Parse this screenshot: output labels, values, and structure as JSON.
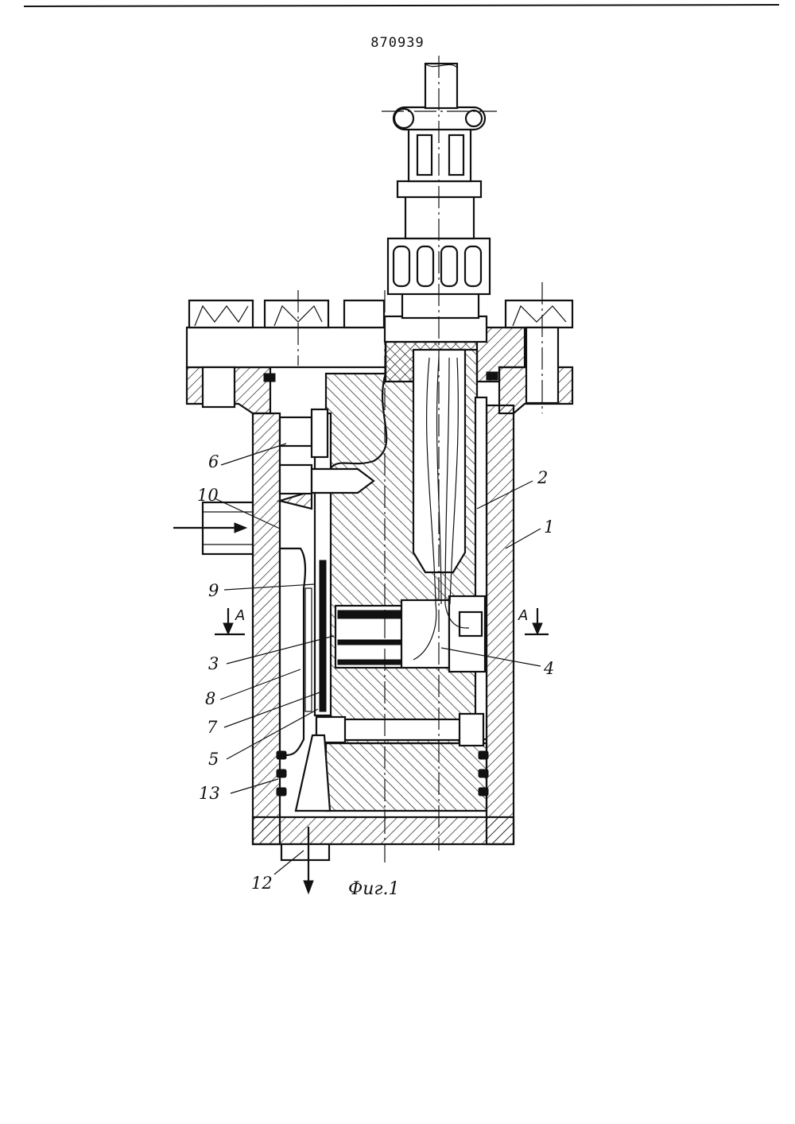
{
  "document": {
    "patent_number": "870939",
    "figure_caption": "Фиг.1"
  },
  "labels": {
    "l1": "1",
    "l2": "2",
    "l3": "3",
    "l4": "4",
    "l5": "5",
    "l6": "6",
    "l7": "7",
    "l8": "8",
    "l9": "9",
    "l10": "10",
    "l12": "12",
    "l13": "13"
  },
  "section_marks": {
    "left": "A",
    "right": "A"
  },
  "colors": {
    "ink": "#111111",
    "paper": "#ffffff"
  }
}
